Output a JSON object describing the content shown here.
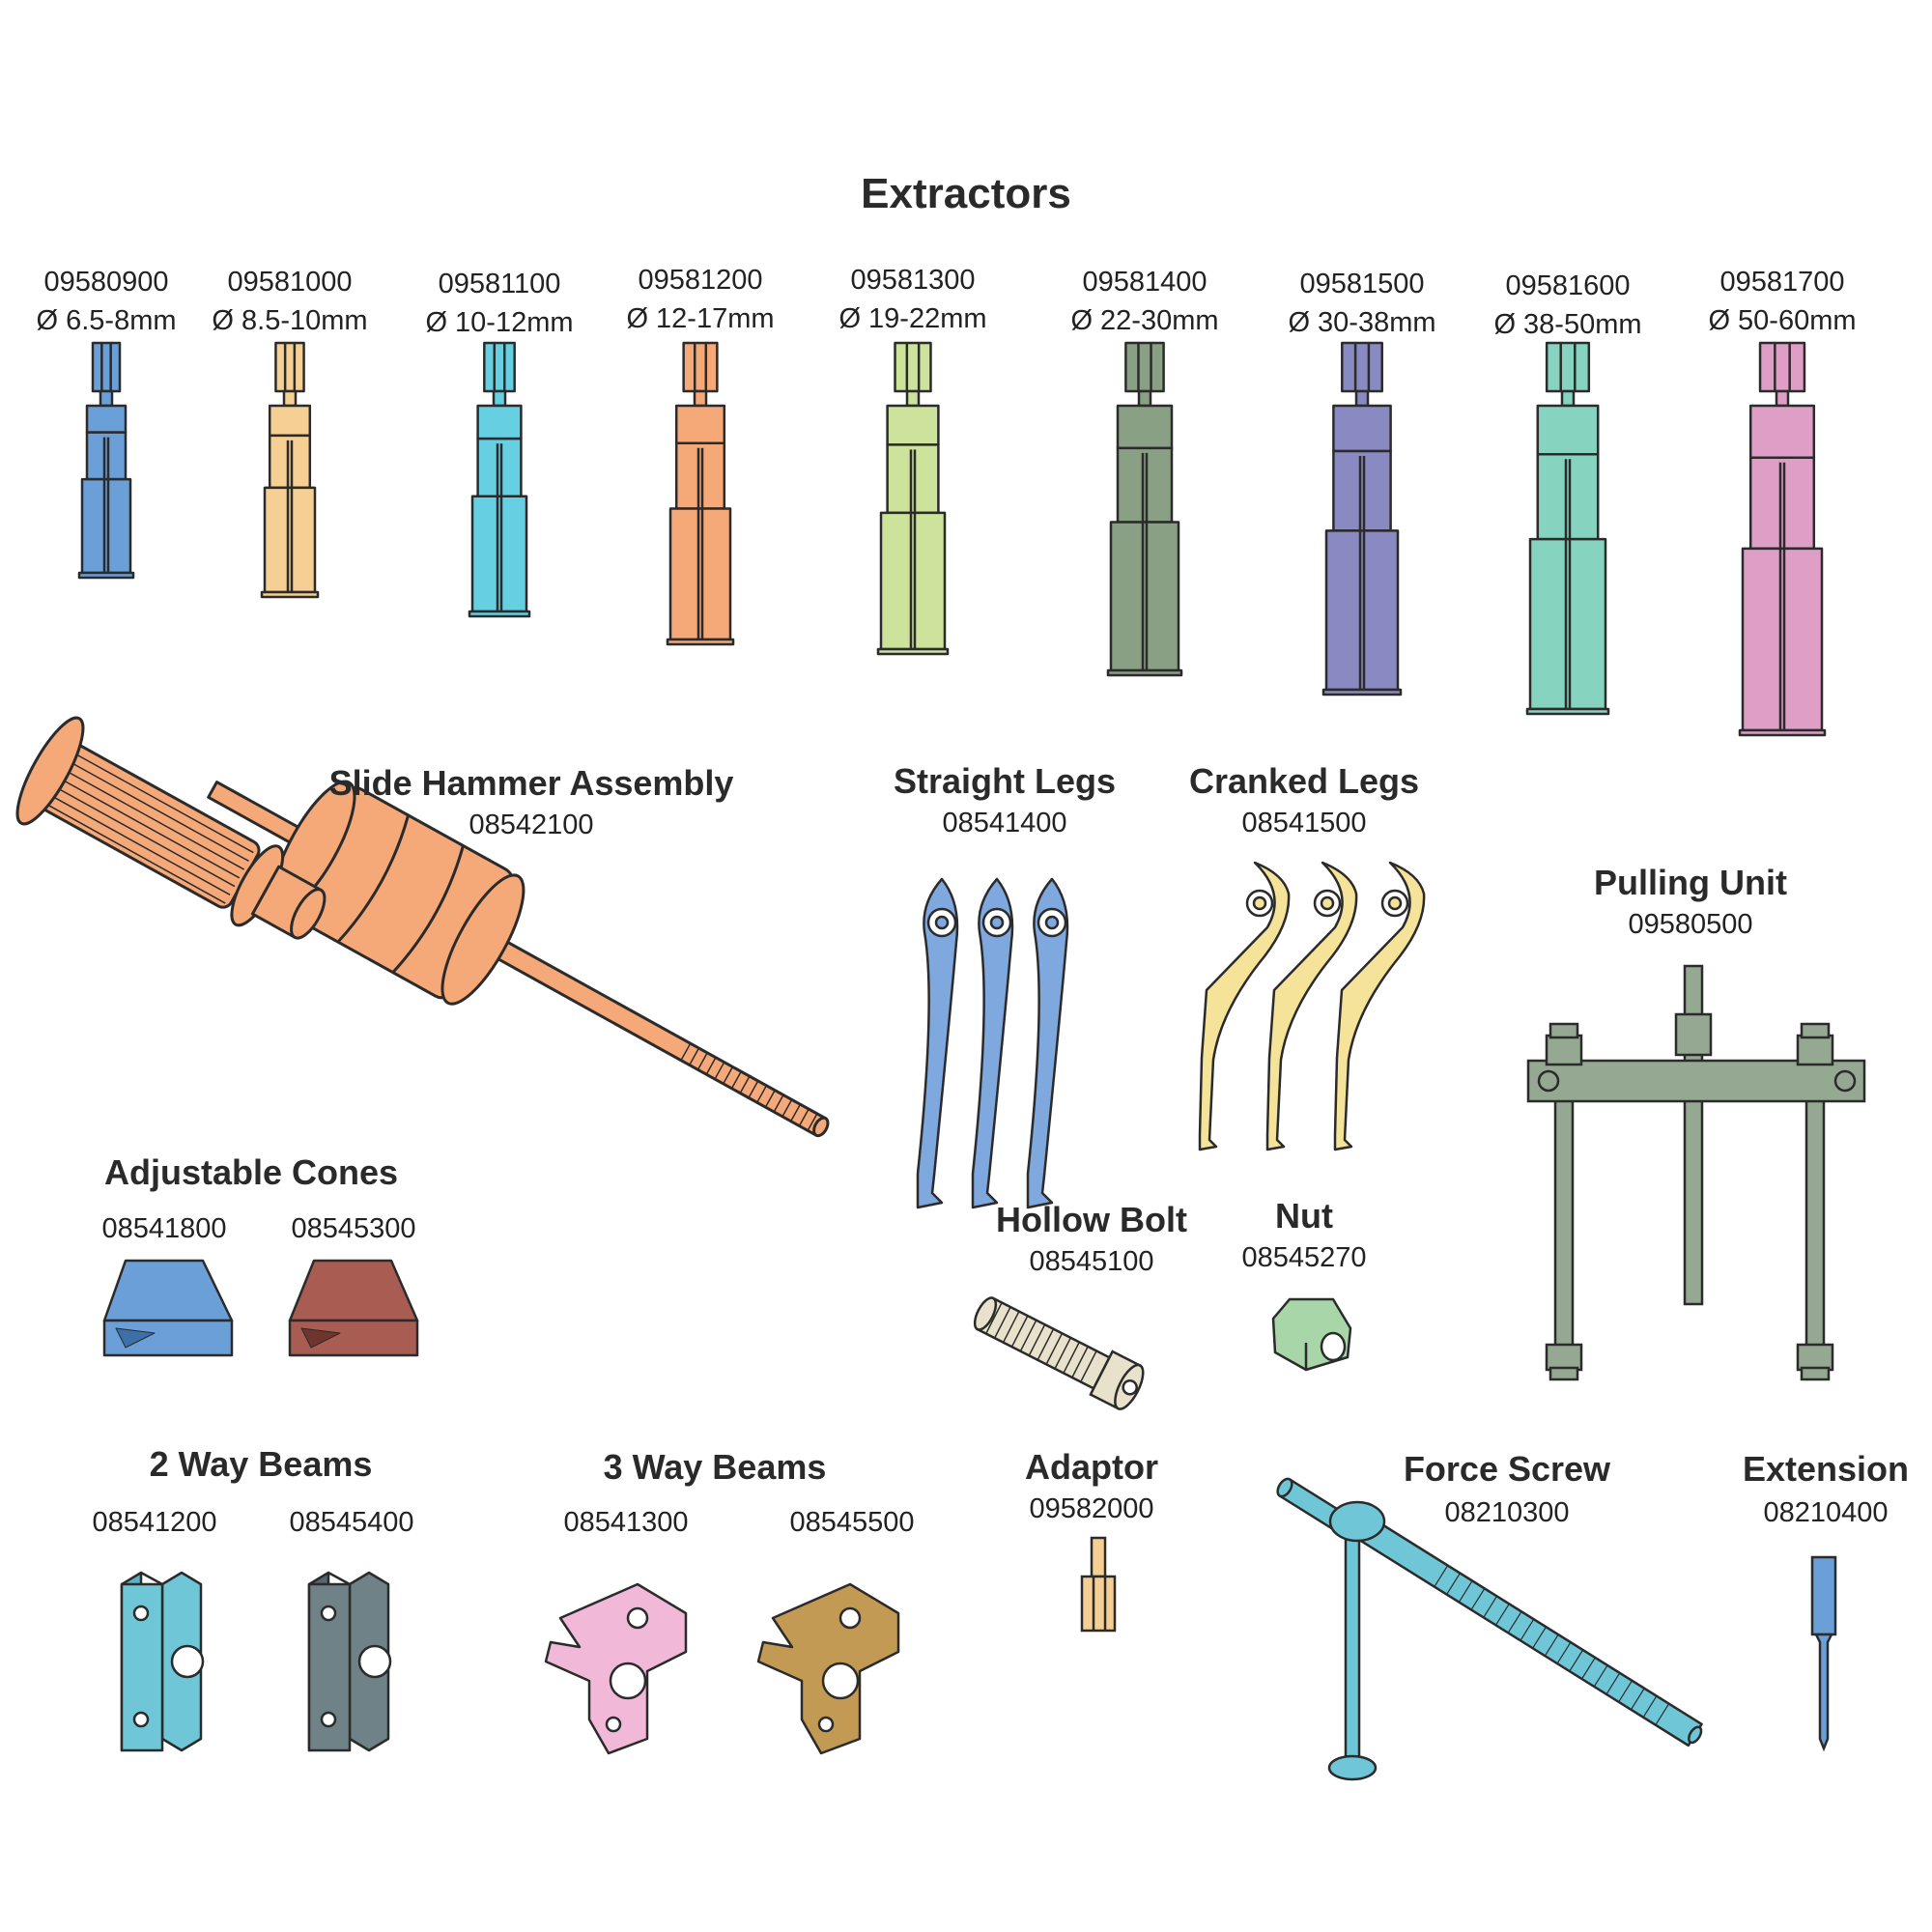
{
  "title": "Extractors",
  "colors": {
    "outline": "#2b2b2b",
    "blue": "#6a9fd8",
    "peach": "#f5cf94",
    "cyan": "#66cfe2",
    "orange": "#f5a878",
    "lime": "#cde39b",
    "sage": "#8aa084",
    "purple": "#8a8ac2",
    "mint": "#86d4c0",
    "pink": "#df9ec6",
    "cone_red": "#a85c52",
    "steel": "#6f8288",
    "bronze": "#c29a54",
    "pulling": "#95a892",
    "bolt": "#e8e2cc",
    "nut": "#a8d6a8",
    "screw": "#6fc6d6"
  },
  "extractors": [
    {
      "code": "09580900",
      "size": "Ø 6.5-8mm",
      "color": "blue"
    },
    {
      "code": "09581000",
      "size": "Ø 8.5-10mm",
      "color": "peach"
    },
    {
      "code": "09581100",
      "size": "Ø 10-12mm",
      "color": "cyan"
    },
    {
      "code": "09581200",
      "size": "Ø 12-17mm",
      "color": "orange"
    },
    {
      "code": "09581300",
      "size": "Ø 19-22mm",
      "color": "lime"
    },
    {
      "code": "09581400",
      "size": "Ø 22-30mm",
      "color": "sage"
    },
    {
      "code": "09581500",
      "size": "Ø 30-38mm",
      "color": "purple"
    },
    {
      "code": "09581600",
      "size": "Ø 38-50mm",
      "color": "mint"
    },
    {
      "code": "09581700",
      "size": "Ø 50-60mm",
      "color": "pink"
    }
  ],
  "parts": {
    "slide_hammer": {
      "title": "Slide Hammer Assembly",
      "code": "08542100"
    },
    "straight_legs": {
      "title": "Straight Legs",
      "code": "08541400"
    },
    "cranked_legs": {
      "title": "Cranked Legs",
      "code": "08541500"
    },
    "pulling_unit": {
      "title": "Pulling Unit",
      "code": "09580500"
    },
    "adjustable_cones": {
      "title": "Adjustable Cones",
      "code_a": "08541800",
      "code_b": "08545300"
    },
    "hollow_bolt": {
      "title": "Hollow Bolt",
      "code": "08545100"
    },
    "nut": {
      "title": "Nut",
      "code": "08545270"
    },
    "two_way_beams": {
      "title": "2 Way Beams",
      "code_a": "08541200",
      "code_b": "08545400"
    },
    "three_way_beams": {
      "title": "3 Way Beams",
      "code_a": "08541300",
      "code_b": "08545500"
    },
    "adaptor": {
      "title": "Adaptor",
      "code": "09582000"
    },
    "force_screw": {
      "title": "Force Screw",
      "code": "08210300"
    },
    "extension": {
      "title": "Extension",
      "code": "08210400"
    }
  }
}
